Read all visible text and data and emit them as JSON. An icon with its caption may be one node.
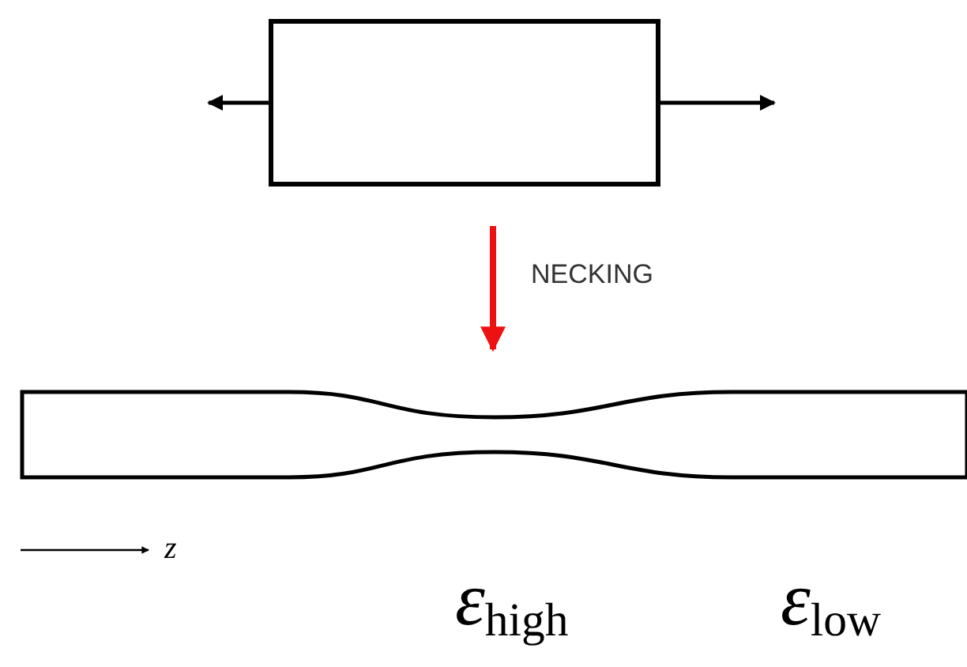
{
  "diagram": {
    "nodes": [
      {
        "text": [],
        "shape": "box"
      },
      {
        "text": [],
        "shape": "bar"
      }
    ],
    "edges": [
      {
        "from": 0,
        "to": 1,
        "arrow": "to",
        "label": "NECKING",
        "color": "#ee1111"
      }
    ],
    "labels": [
      "z",
      "ε$_{high}$",
      "ε$_{low}$"
    ]
  }
}
